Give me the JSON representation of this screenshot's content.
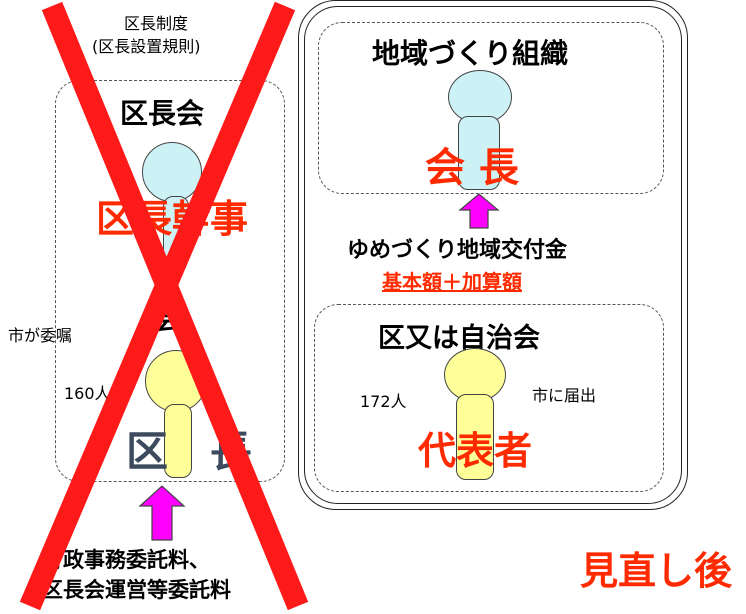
{
  "left": {
    "system_title": "区長制度",
    "system_subtitle": "(区長設置規則)",
    "council_label": "区長会",
    "officer_label": "区長幹事",
    "middle_fragment": "会",
    "commission_label": "市が委嘱",
    "count_label": "160人",
    "chief_label": "区　長",
    "fee_line1": "行政事務委託料、",
    "fee_line2": "区長会運営等委託料"
  },
  "right": {
    "org_title": "地域づくり組織",
    "chairman_label": "会 長",
    "grant_label": "ゆめづくり地域交付金",
    "grant_detail": "基本額＋加算額",
    "assoc_title": "区又は自治会",
    "count_label": "172人",
    "notify_label": "市に届出",
    "rep_label": "代表者"
  },
  "after_label": "見直し後",
  "colors": {
    "red": "#ff2a00",
    "cross_red": "#ff1a1a",
    "arrow_magenta": "#ff00ff",
    "head_cyan": "#ccf2f6",
    "head_yellow": "#ffff99",
    "officer_navy": "#3d4a5e"
  }
}
